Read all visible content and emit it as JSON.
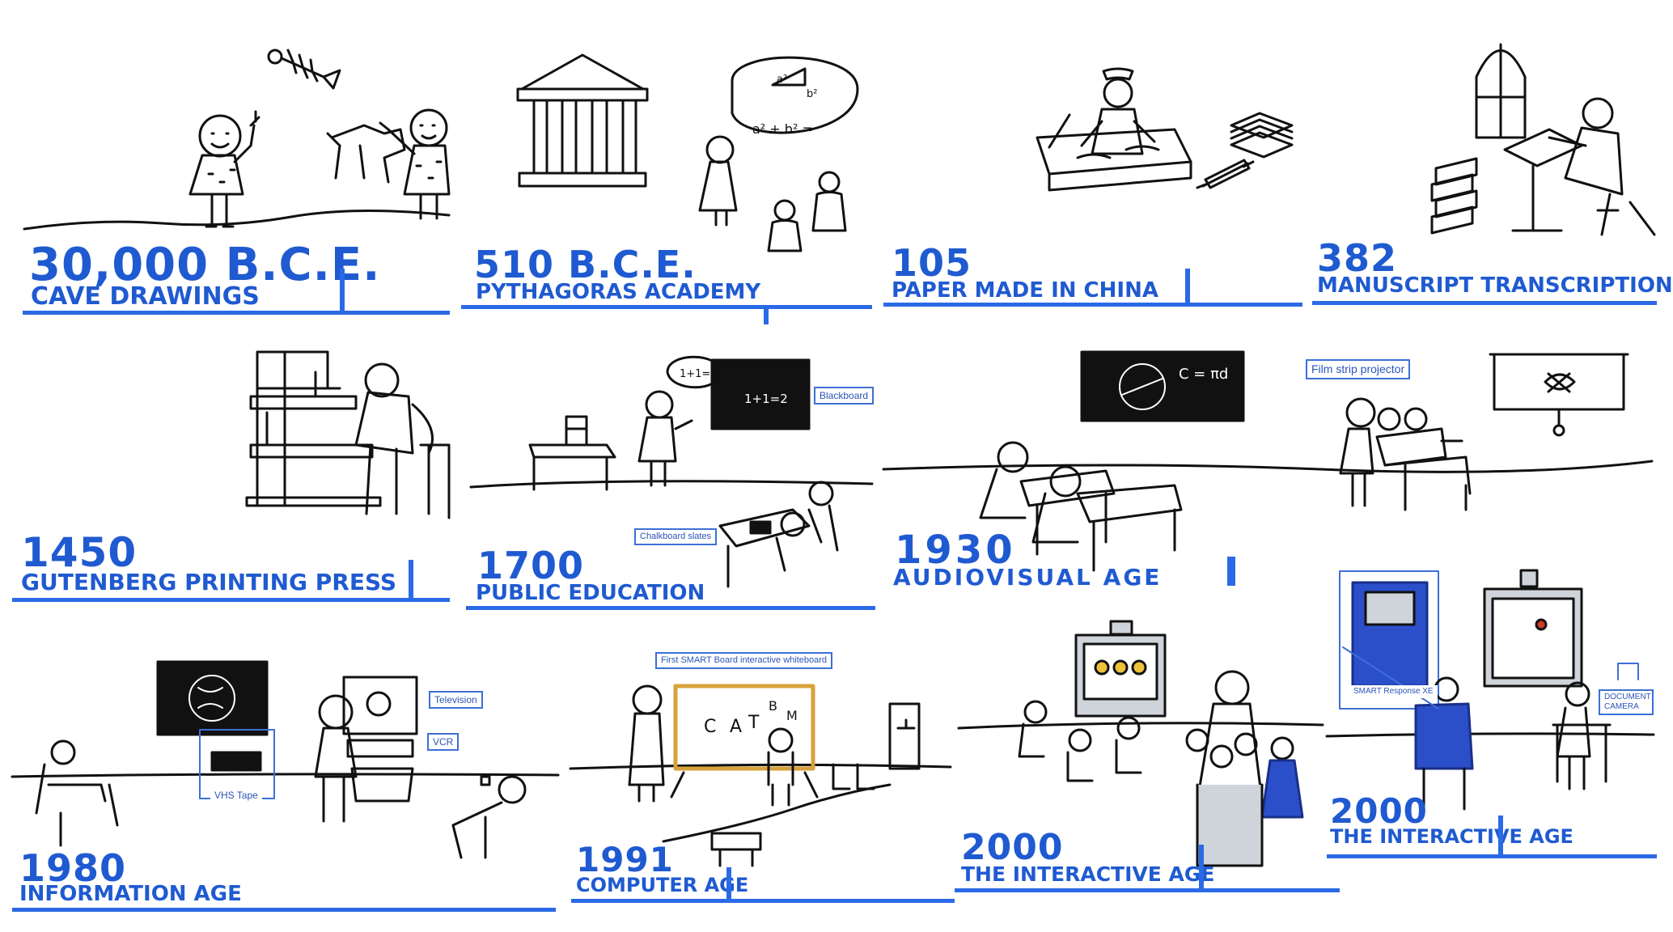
{
  "timeline": [
    {
      "year": "30,000 B.C.E.",
      "title": "CAVE DRAWINGS"
    },
    {
      "year": "510 B.C.E.",
      "title": "PYTHAGORAS ACADEMY"
    },
    {
      "year": "105",
      "title": "PAPER MADE IN CHINA"
    },
    {
      "year": "382",
      "title": "MANUSCRIPT TRANSCRIPTION"
    },
    {
      "year": "1450",
      "title": "GUTENBERG PRINTING PRESS"
    },
    {
      "year": "1700",
      "title": "PUBLIC EDUCATION"
    },
    {
      "year": "1930",
      "title": "AUDIOVISUAL AGE"
    },
    {
      "year": "1980",
      "title": "INFORMATION AGE"
    },
    {
      "year": "1991",
      "title": "COMPUTER AGE"
    },
    {
      "year": "2000",
      "title": "THE INTERACTIVE AGE"
    },
    {
      "year": "2000",
      "title": "THE INTERACTIVE AGE"
    }
  ],
  "labels": {
    "blackboard": "Blackboard",
    "chalkboard_slates": "Chalkboard slates",
    "film_strip_projector": "Film strip projector",
    "television": "Television",
    "vcr": "VCR",
    "vhs_tape": "VHS Tape",
    "smart_board": "First SMART Board interactive whiteboard",
    "smart_response": "SMART Response XE",
    "document_camera": "DOCUMENT CAMERA"
  },
  "chalk_text": {
    "pythagoras_a": "a²",
    "pythagoras_b": "b²",
    "pythagoras_eq": "a² + b² =",
    "bubble_1700": "1+1=2",
    "board_1700": "1+1=2",
    "board_1930": "C = πd",
    "board_1991_c": "C",
    "board_1991_a": "A",
    "board_1991_t": "T",
    "board_1991_b": "B",
    "board_1991_m": "M"
  },
  "colors": {
    "accent_blue": "#2b6ae6",
    "text_blue": "#1f5ad1",
    "line_black": "#111111"
  }
}
